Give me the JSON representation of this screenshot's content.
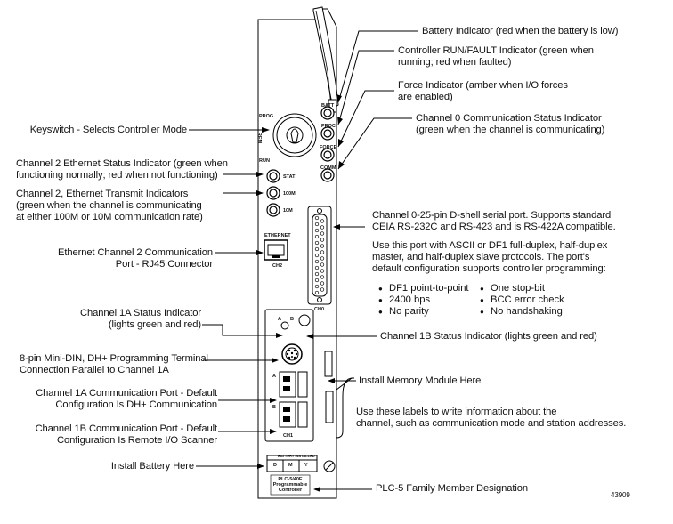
{
  "labels": {
    "battery": "Battery Indicator (red when the battery is low)",
    "controller_1": "Controller RUN/FAULT Indicator (green when",
    "controller_2": "running; red when faulted)",
    "force_1": "Force Indicator (amber when I/O forces",
    "force_2": "are enabled)",
    "ch0comm_1": "Channel 0 Communication Status Indicator",
    "ch0comm_2": "(green when the channel is communicating)",
    "keyswitch": "Keyswitch - Selects Controller Mode",
    "ch2eth_1": "Channel 2 Ethernet Status Indicator (green when",
    "ch2eth_2": "functioning normally; red when not functioning)",
    "ch2tx_1": "Channel 2, Ethernet Transmit Indicators",
    "ch2tx_2": "(green when the channel is communicating",
    "ch2tx_3": "at either 100M or 10M communication rate)",
    "rj45_1": "Ethernet Channel 2 Communication",
    "rj45_2": "Port - RJ45 Connector",
    "ch0port_1": "Channel 0-25-pin D-shell serial port. Supports standard",
    "ch0port_2": "CEIA RS-232C and RS-423 and is RS-422A compatible.",
    "ch0use_1": "Use this port with ASCII or DF1 full-duplex, half-duplex",
    "ch0use_2": "master, and half-duplex slave protocols.  The port's",
    "ch0use_3": "default configuration supports controller programming:",
    "bullets": [
      "DF1 point-to-point",
      "2400 bps",
      "No parity",
      "One stop-bit",
      "BCC error check",
      "No handshaking"
    ],
    "ch1a_status_1": "Channel 1A Status Indicator",
    "ch1a_status_2": "(lights green and red)",
    "ch1b_status": "Channel 1B Status Indicator (lights green and red)",
    "minidin_1": "8-pin Mini-DIN, DH+ Programming Terminal",
    "minidin_2": "Connection Parallel to Channel 1A",
    "memory": "Install Memory Module Here",
    "ch1a_port_1": "Channel 1A Communication Port - Default",
    "ch1a_port_2": "Configuration Is DH+ Communication",
    "labels_use_1": "Use these labels to write information about the",
    "labels_use_2": "channel, such as  communication mode and station addresses.",
    "ch1b_port_1": "Channel 1B Communication Port - Default",
    "ch1b_port_2": "Configuration Is Remote I/O Scanner",
    "battery_install": "Install Battery Here",
    "family": "PLC-5 Family Member Designation",
    "figure_number": "43909"
  },
  "module": {
    "prog": "PROG",
    "rem": "REM",
    "run": "RUN",
    "batt": "BATT",
    "proc": "PROC",
    "force": "FORCE",
    "comm": "COMM",
    "stat": "STAT",
    "m100": "100M",
    "m10": "10M",
    "ethernet": "ETHERNET",
    "ch2": "CH2",
    "ch0": "CH0",
    "a": "A",
    "b": "B",
    "ch1": "CH1",
    "battery_header": "BATTERY INSTALLED",
    "d": "D",
    "m": "M",
    "y": "Y",
    "designation_1": "PLC-5/40E",
    "designation_2": "Programmable",
    "designation_3": "Controller"
  }
}
